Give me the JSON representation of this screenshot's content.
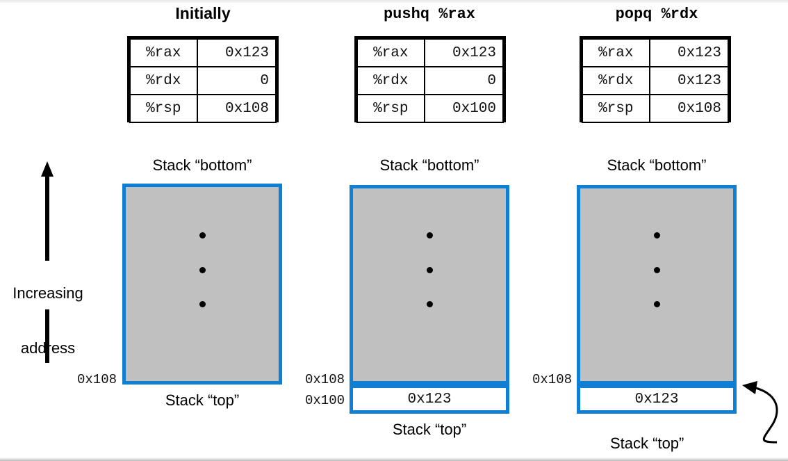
{
  "diagram": {
    "title_colors": {
      "stack_border": "#0f7fd4",
      "stack_fill": "#c0c0c0",
      "ink": "#000000"
    },
    "side": {
      "increasing_line1": "Increasing",
      "increasing_line2": "address"
    },
    "panels": [
      {
        "id": "initially",
        "heading": "Initially",
        "heading_mono": false,
        "registers": [
          {
            "name": "%rax",
            "value": "0x123"
          },
          {
            "name": "%rdx",
            "value": "0"
          },
          {
            "name": "%rsp",
            "value": "0x108"
          }
        ],
        "stack_bottom_label": "Stack “bottom”",
        "stack_top_label": "Stack “top”",
        "addresses": [
          "0x108"
        ],
        "cell_value": null
      },
      {
        "id": "pushq-rax",
        "heading": "pushq %rax",
        "heading_mono": true,
        "registers": [
          {
            "name": "%rax",
            "value": "0x123"
          },
          {
            "name": "%rdx",
            "value": "0"
          },
          {
            "name": "%rsp",
            "value": "0x100"
          }
        ],
        "stack_bottom_label": "Stack “bottom”",
        "stack_top_label": "Stack “top”",
        "addresses": [
          "0x108",
          "0x100"
        ],
        "cell_value": "0x123"
      },
      {
        "id": "popq-rdx",
        "heading": "popq %rdx",
        "heading_mono": true,
        "registers": [
          {
            "name": "%rax",
            "value": "0x123"
          },
          {
            "name": "%rdx",
            "value": "0x123"
          },
          {
            "name": "%rsp",
            "value": "0x108"
          }
        ],
        "stack_bottom_label": "Stack “bottom”",
        "stack_top_label": "Stack “top”",
        "addresses": [
          "0x108"
        ],
        "cell_value": "0x123"
      }
    ]
  }
}
